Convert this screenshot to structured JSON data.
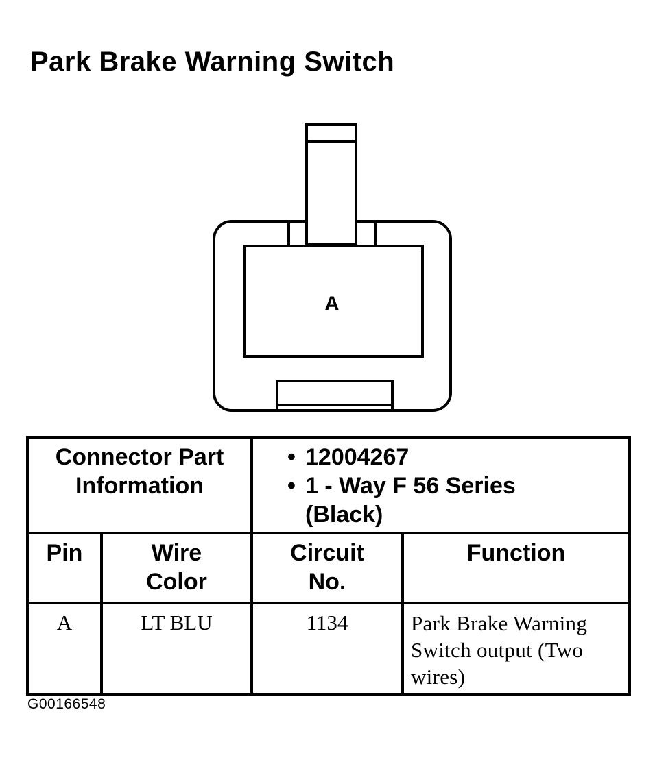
{
  "title": "Park Brake Warning Switch",
  "connector": {
    "cavity_label": "A"
  },
  "part_info": {
    "label_line1": "Connector Part",
    "label_line2": "Information",
    "bullets": [
      "12004267",
      "1 - Way F 56 Series",
      "(Black)"
    ],
    "bullet_symbol": "•"
  },
  "columns": {
    "pin": "Pin",
    "wire_color_line1": "Wire",
    "wire_color_line2": "Color",
    "circuit_line1": "Circuit",
    "circuit_line2": "No.",
    "function": "Function"
  },
  "rows": [
    {
      "pin": "A",
      "wire_color": "LT BLU",
      "circuit": "1134",
      "function": "Park Brake Warning Switch output (Two wires)"
    }
  ],
  "figure_id": "G00166548"
}
